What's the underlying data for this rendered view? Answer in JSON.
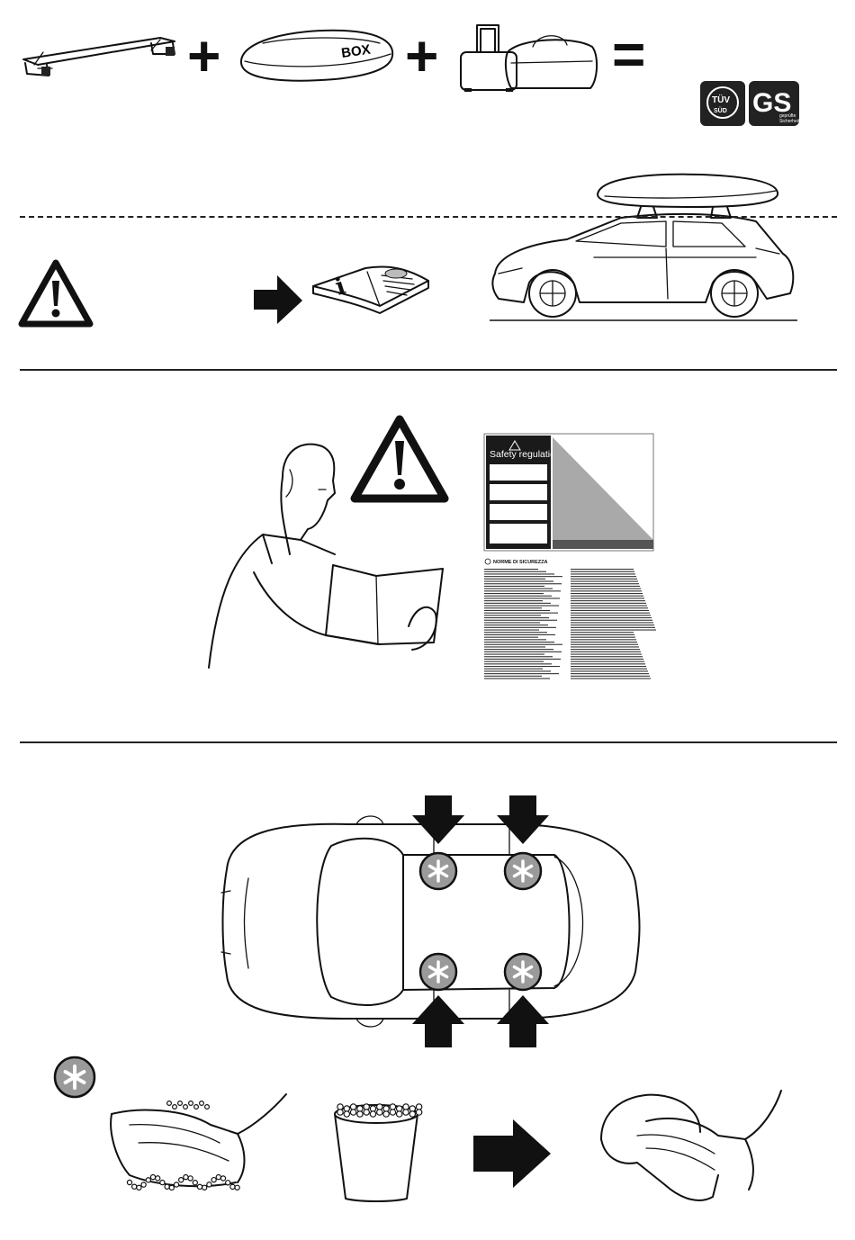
{
  "symbols": {
    "plus": "+",
    "equals": "="
  },
  "roof_box": {
    "label": "BOX"
  },
  "certification": {
    "tuv_line1": "TÜV",
    "tuv_line2": "SÜD",
    "gs_letters": "GS",
    "gs_line1": "geprüfte",
    "gs_line2": "Sicherheit"
  },
  "manual": {
    "title": "Safety regulations",
    "section_heading": "NORME DI SICUREZZA"
  },
  "icons": {
    "crossbars": "roof-crossbars-icon",
    "roof_box": "roof-box-icon",
    "luggage": "luggage-icon",
    "warning": "warning-triangle-icon",
    "info_book": "info-book-icon",
    "asterisk": "asterisk-icon",
    "arrow": "arrow-icon"
  },
  "colors": {
    "line": "#111111",
    "mark_gray": "#9a9a9a",
    "light_gray": "#c9c9c9",
    "background": "#ffffff"
  }
}
